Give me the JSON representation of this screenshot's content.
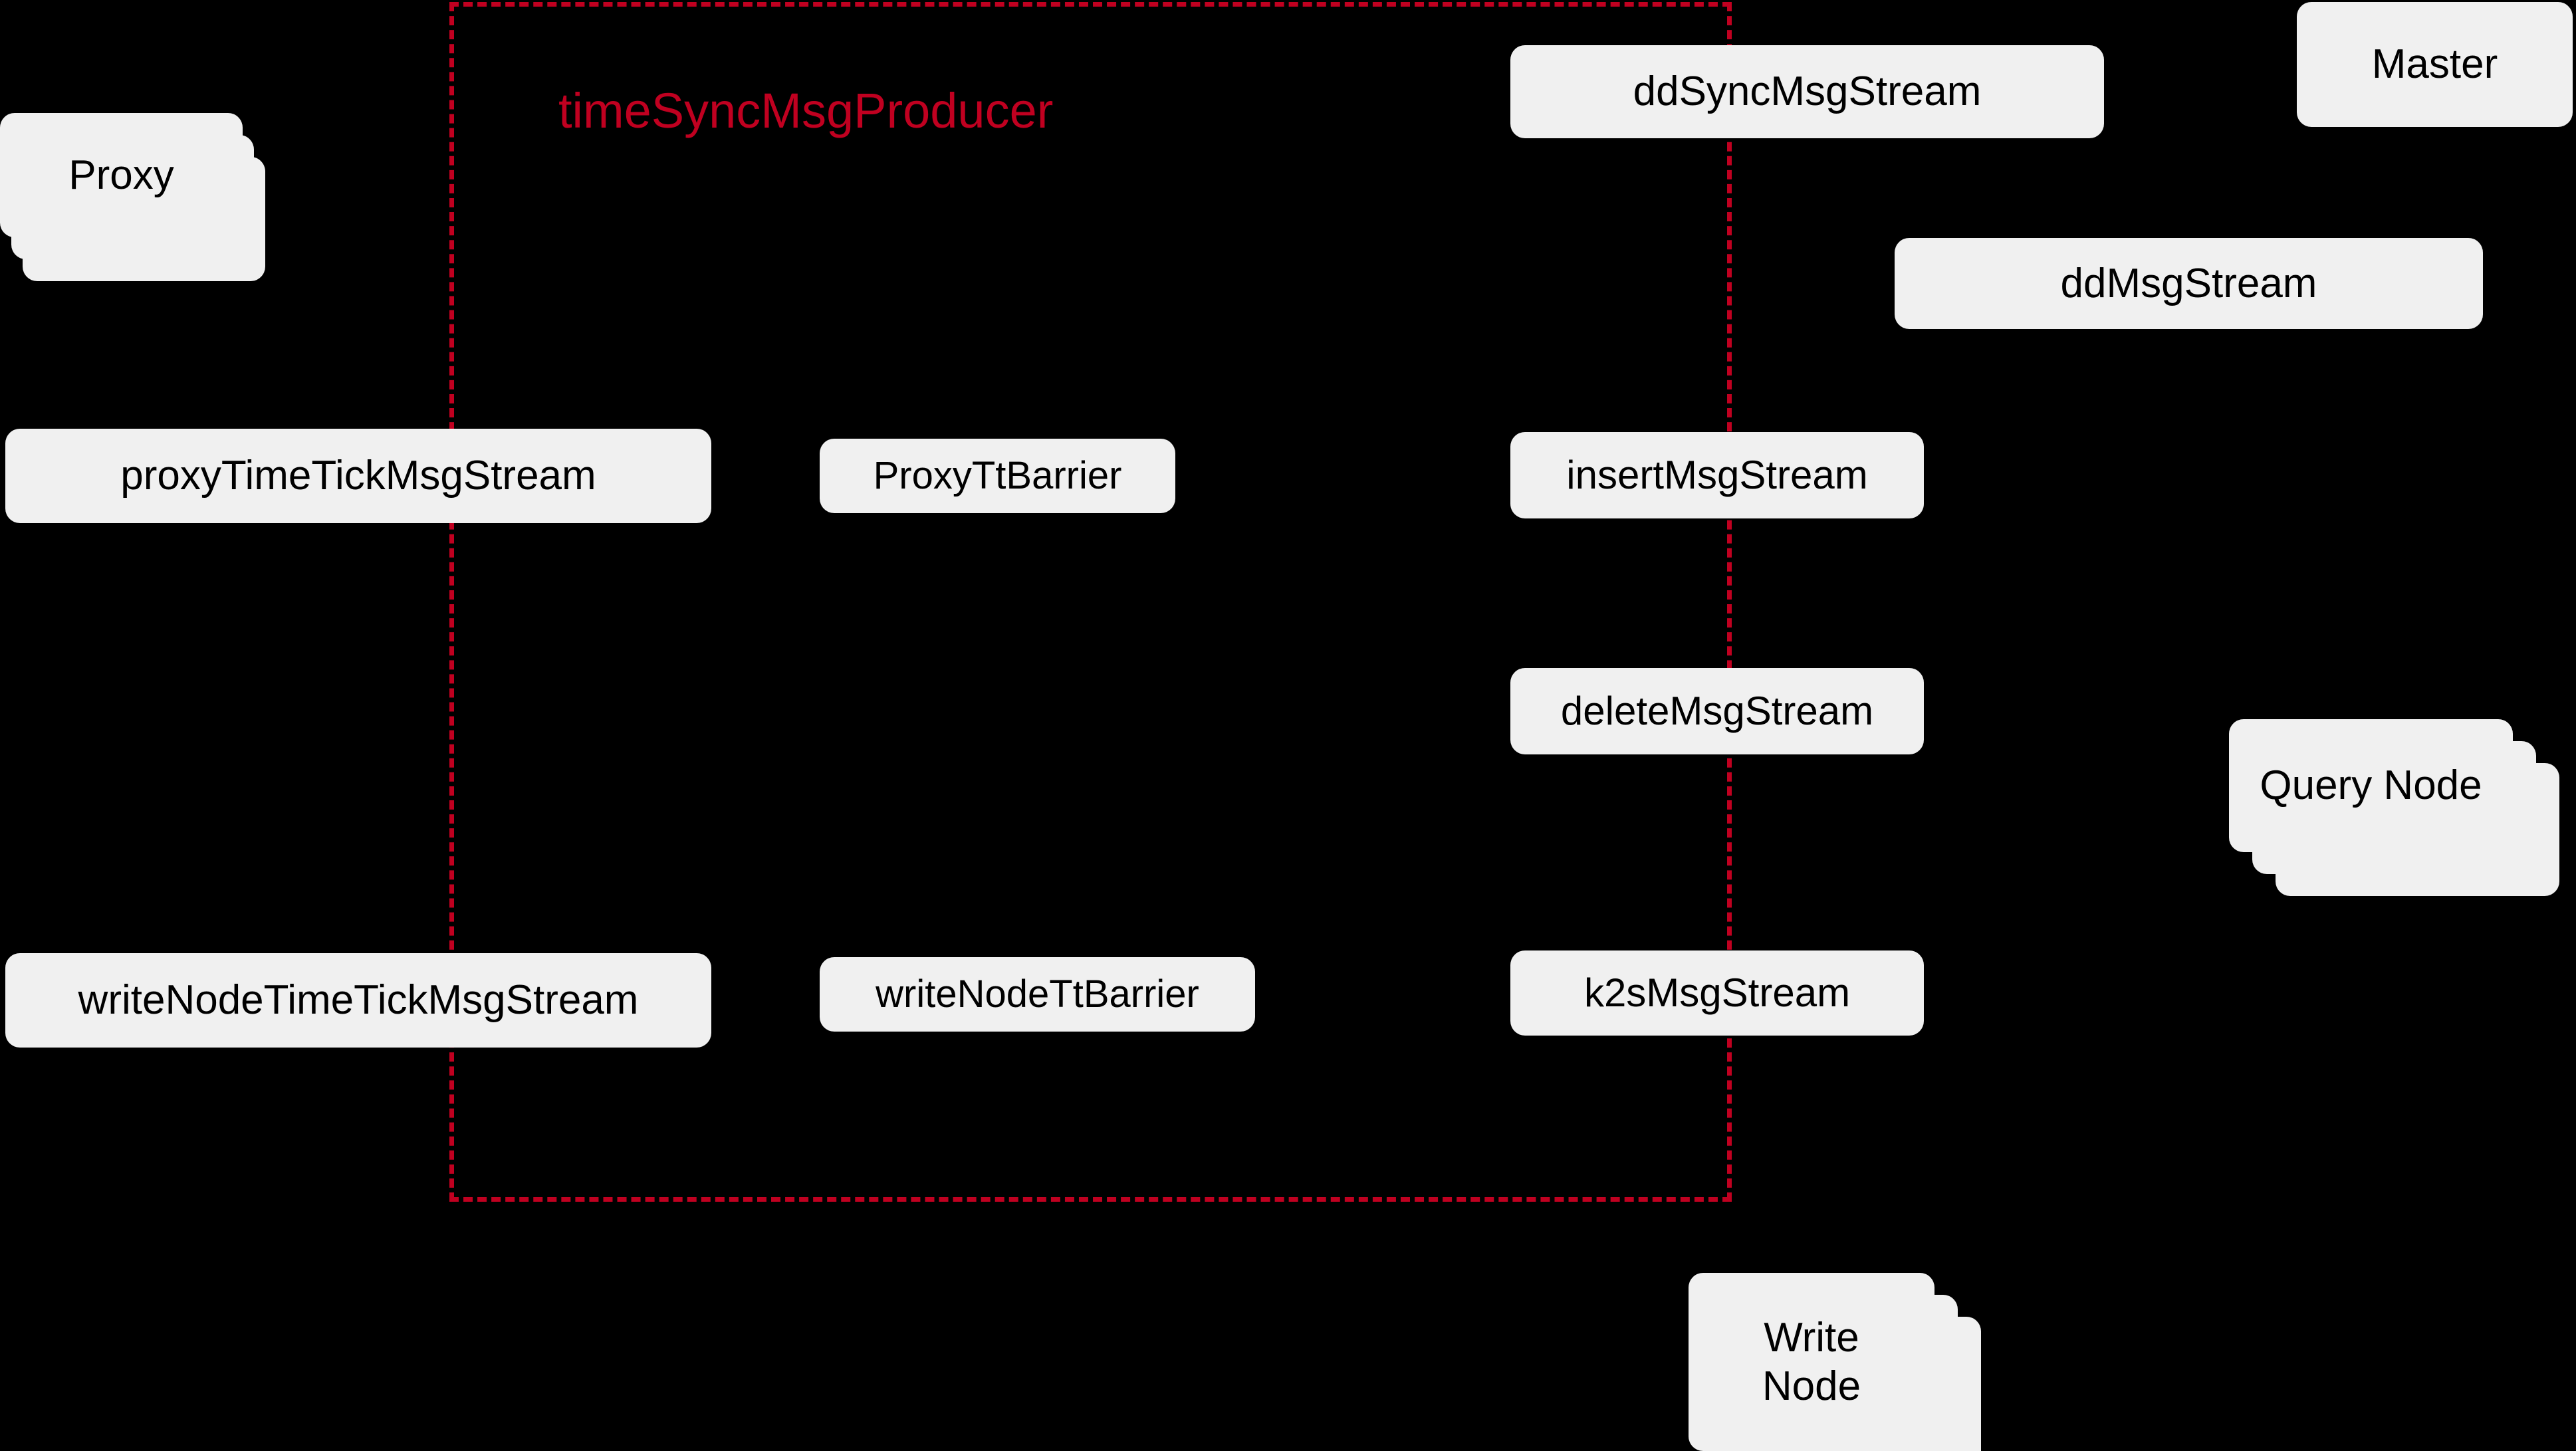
{
  "diagram": {
    "background_color": "#000000",
    "node_fill_color": "#F0F0F0",
    "node_text_color": "#000000",
    "accent_color": "#C00020",
    "group": {
      "title": "timeSyncMsgProducer",
      "border_style": "dashed",
      "border_color": "#C00020"
    },
    "nodes": {
      "proxy": {
        "label": "Proxy",
        "shape": "stacked-card",
        "instances": 3
      },
      "proxy_time_tick_msg_stream": {
        "label": "proxyTimeTickMsgStream",
        "shape": "rounded-rect"
      },
      "write_node_time_tick_msg_stream": {
        "label": "writeNodeTimeTickMsgStream",
        "shape": "rounded-rect"
      },
      "proxy_tt_barrier": {
        "label": "ProxyTtBarrier",
        "shape": "rounded-rect"
      },
      "write_node_tt_barrier": {
        "label": "writeNodeTtBarrier",
        "shape": "rounded-rect"
      },
      "dd_sync_msg_stream": {
        "label": "ddSyncMsgStream",
        "shape": "rounded-rect"
      },
      "insert_msg_stream": {
        "label": "insertMsgStream",
        "shape": "rounded-rect"
      },
      "delete_msg_stream": {
        "label": "deleteMsgStream",
        "shape": "rounded-rect"
      },
      "k2s_msg_stream": {
        "label": "k2sMsgStream",
        "shape": "rounded-rect"
      },
      "dd_msg_stream": {
        "label": "ddMsgStream",
        "shape": "rounded-rect"
      },
      "master": {
        "label": "Master",
        "shape": "rounded-rect"
      },
      "query_node": {
        "label": "Query Node",
        "shape": "stacked-card",
        "instances": 3
      },
      "write_node": {
        "label": "Write\nNode",
        "label_line1": "Write",
        "label_line2": "Node",
        "shape": "stacked-card",
        "instances": 3
      }
    }
  }
}
